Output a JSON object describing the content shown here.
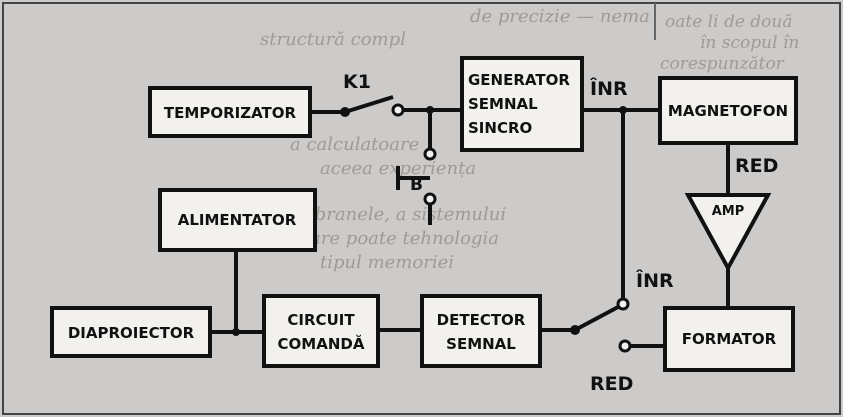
{
  "blocks": {
    "temporizator": "TEMPORIZATOR",
    "generator": [
      "GENERATOR",
      "SEMNAL",
      "SINCRO"
    ],
    "magnetofon": "MAGNETOFON",
    "alimentator": "ALIMENTATOR",
    "diaproiector": "DIAPROIECTOR",
    "circuit": [
      "CIRCUIT",
      "COMANDĂ"
    ],
    "detector": [
      "DETECTOR",
      "SEMNAL"
    ],
    "formator": "FORMATOR",
    "amp": "AMP"
  },
  "labels": {
    "k1": "K1",
    "b": "B",
    "inr_top": "ÎNR",
    "inr_bottom": "ÎNR",
    "red_top": "RED",
    "red_bottom": "RED"
  },
  "background_text": [
    "oate li de două",
    "în scopul în",
    "corespunzător",
    "de precizie — nema",
    "structură compl",
    "a calculatoare",
    "aceea experiența",
    "membranele, a sistemului",
    "care poate tehnologia",
    "tipul memoriei"
  ],
  "colors": {
    "background": "#cdcbc9",
    "block_fill": "#f3f1ee",
    "ink": "#111111"
  }
}
